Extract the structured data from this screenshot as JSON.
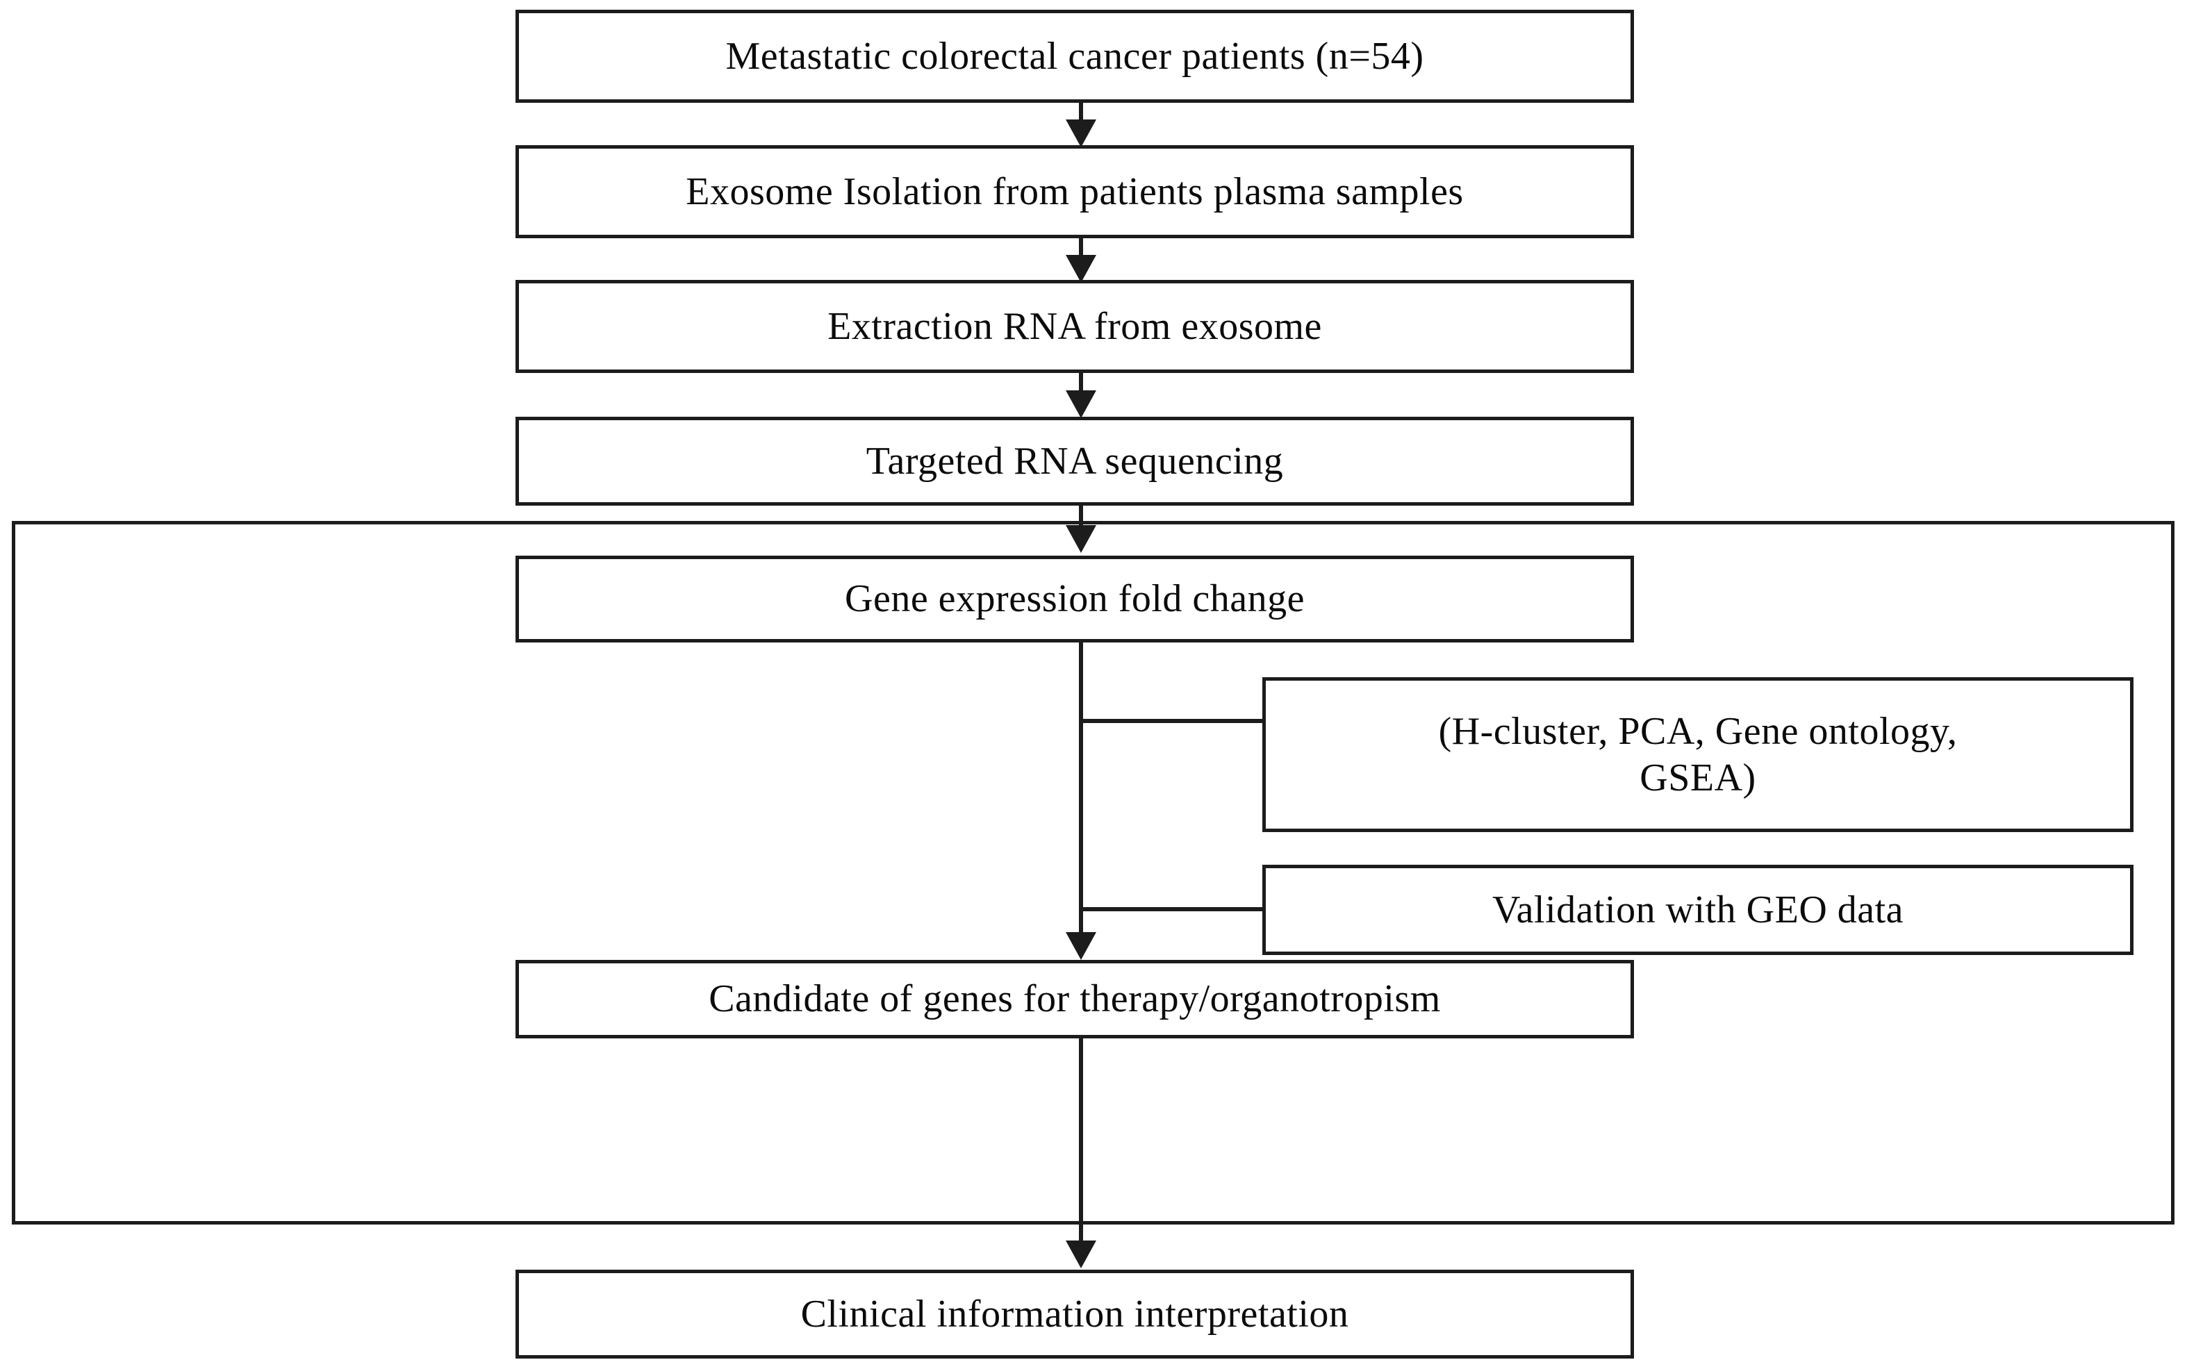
{
  "diagram": {
    "title": "Study workflow flowchart",
    "colors": {
      "line": "#1c1c1c",
      "text": "#0b0b0b",
      "background": "#ffffff"
    },
    "nodes": {
      "patients": "Metastatic colorectal cancer patients (n=54)",
      "exosome_isolation": "Exosome Isolation from patients plasma samples",
      "rna_extraction": "Extraction RNA from exosome",
      "rna_sequencing": "Targeted RNA sequencing",
      "fold_change": "Gene expression fold change",
      "analysis_methods_line1": "(H-cluster, PCA, Gene ontology,",
      "analysis_methods_line2": "GSEA)",
      "geo_validation": "Validation with GEO data",
      "candidate_genes": "Candidate of genes for therapy/organotropism",
      "clinical_interpretation": "Clinical information interpretation"
    }
  }
}
